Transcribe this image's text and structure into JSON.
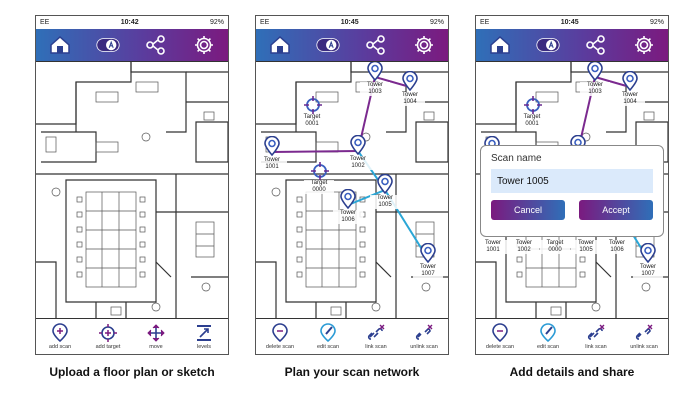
{
  "status": {
    "carrier": "EE",
    "battery": "92%"
  },
  "colors": {
    "header_start": "#2f6fb8",
    "header_end": "#7b1a7f",
    "link_purple": "#7b2a8f",
    "link_blue": "#2aa6d6",
    "pin": "#2c3f8f"
  },
  "header_icons": [
    "home-icon",
    "auto-mode-toggle-icon",
    "share-network-icon",
    "settings-gear-icon"
  ],
  "phones": [
    {
      "time": "10:42",
      "caption": "Upload a floor plan or sketch",
      "markers": [],
      "links": [],
      "tools": [
        {
          "label": "add scan",
          "icon": "add-scan-icon"
        },
        {
          "label": "add target",
          "icon": "add-target-icon"
        },
        {
          "label": "move",
          "icon": "move-icon"
        },
        {
          "label": "levels",
          "icon": "levels-icon"
        }
      ]
    },
    {
      "time": "10:45",
      "caption": "Plan your scan network",
      "markers": [
        {
          "type": "tower",
          "name": "Tower",
          "id": "1003"
        },
        {
          "type": "tower",
          "name": "Tower",
          "id": "1004"
        },
        {
          "type": "target",
          "name": "Target",
          "id": "0001"
        },
        {
          "type": "tower",
          "name": "Tower",
          "id": "1001"
        },
        {
          "type": "tower",
          "name": "Tower",
          "id": "1002"
        },
        {
          "type": "target",
          "name": "Target",
          "id": "0000"
        },
        {
          "type": "tower",
          "name": "Tower",
          "id": "1005"
        },
        {
          "type": "tower",
          "name": "Tower",
          "id": "1006"
        },
        {
          "type": "tower",
          "name": "Tower",
          "id": "1007"
        }
      ],
      "links": [
        [
          "1001",
          "1002",
          "purple"
        ],
        [
          "1002",
          "1003",
          "purple"
        ],
        [
          "1003",
          "1004",
          "purple"
        ],
        [
          "1002",
          "1005",
          "blue"
        ],
        [
          "1005",
          "1006",
          "blue"
        ],
        [
          "1005",
          "1007",
          "blue"
        ]
      ],
      "tools": [
        {
          "label": "delete scan",
          "icon": "delete-scan-icon"
        },
        {
          "label": "edit scan",
          "icon": "edit-scan-icon"
        },
        {
          "label": "link scan",
          "icon": "link-scan-icon"
        },
        {
          "label": "unlink scan",
          "icon": "unlink-scan-icon"
        }
      ]
    },
    {
      "time": "10:45",
      "caption": "Add details and share",
      "markers": [
        {
          "type": "tower",
          "name": "Tower",
          "id": "1003"
        },
        {
          "type": "tower",
          "name": "Tower",
          "id": "1004"
        },
        {
          "type": "target",
          "name": "Target",
          "id": "0001"
        },
        {
          "type": "tower",
          "name": "Tower",
          "id": "1001"
        },
        {
          "type": "tower",
          "name": "Tower",
          "id": "1002"
        },
        {
          "type": "target",
          "name": "Target",
          "id": "0000"
        },
        {
          "type": "tower",
          "name": "Tower",
          "id": "1005"
        },
        {
          "type": "tower",
          "name": "Tower",
          "id": "1006"
        },
        {
          "type": "tower",
          "name": "Tower",
          "id": "1007"
        }
      ],
      "links": [
        [
          "1001",
          "1002",
          "purple"
        ],
        [
          "1002",
          "1003",
          "purple"
        ],
        [
          "1003",
          "1004",
          "purple"
        ],
        [
          "1002",
          "1005",
          "blue"
        ],
        [
          "1005",
          "1006",
          "blue"
        ],
        [
          "1005",
          "1007",
          "blue"
        ]
      ],
      "tools": [
        {
          "label": "delete scan",
          "icon": "delete-scan-icon"
        },
        {
          "label": "edit scan",
          "icon": "edit-scan-icon"
        },
        {
          "label": "link scan",
          "icon": "link-scan-icon"
        },
        {
          "label": "unlink scan",
          "icon": "unlink-scan-icon"
        }
      ],
      "dialog": {
        "title": "Scan name",
        "value": "Tower 1005",
        "cancel": "Cancel",
        "accept": "Accept"
      }
    }
  ]
}
